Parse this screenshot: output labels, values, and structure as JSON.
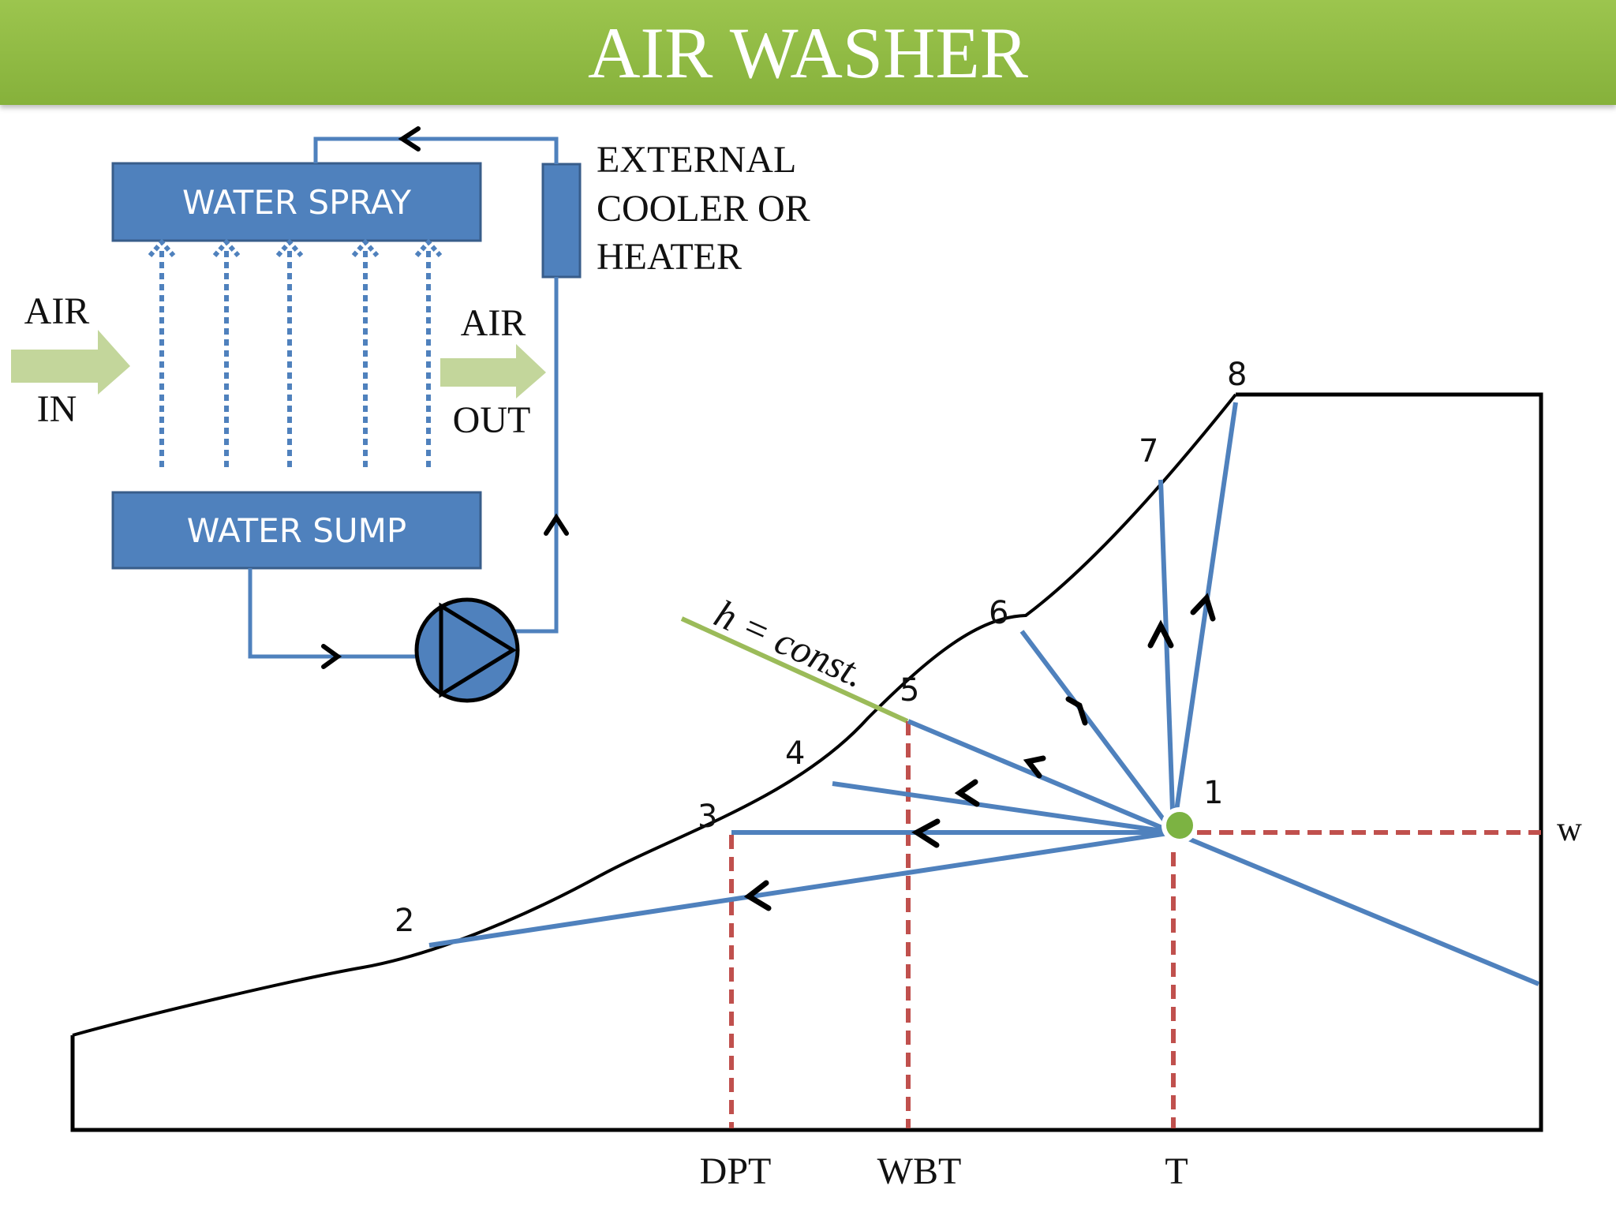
{
  "title": "AIR WASHER",
  "schematic": {
    "water_spray_label": "WATER SPRAY",
    "water_sump_label": "WATER SUMP",
    "external_label_lines": [
      "EXTERNAL",
      "COOLER OR",
      "HEATER"
    ],
    "air_in_top": "AIR",
    "air_in_bottom": "IN",
    "air_out_top": "AIR",
    "air_out_bottom": "OUT",
    "icons": [
      "pump-icon",
      "flow-arrow-icon",
      "air-arrow-icon"
    ]
  },
  "chart": {
    "points": [
      "1",
      "2",
      "3",
      "4",
      "5",
      "6",
      "7",
      "8"
    ],
    "enthalpy_label": "h = const.",
    "w_label": "w",
    "x_labels": {
      "dpt": "DPT",
      "wbt": "WBT",
      "t": "T"
    }
  },
  "colors": {
    "title_bar": "#8dbb42",
    "box_fill": "#4f81bd",
    "process_line": "#4f81bd",
    "dashed_red": "#c0504d",
    "state_point": "#7cb342",
    "air_arrow": "#c3d69b"
  }
}
